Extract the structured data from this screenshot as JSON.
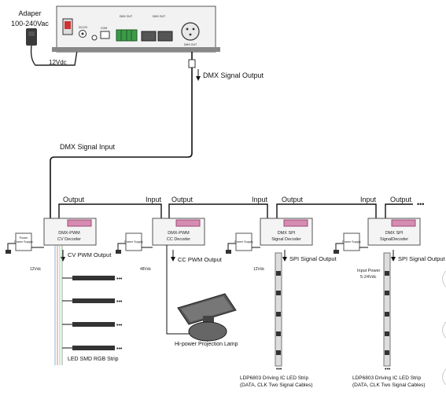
{
  "adapter": {
    "title": "Adaper",
    "voltage": "100-240Vac",
    "output": "12Vdc"
  },
  "controller": {
    "port_dc": "DC12V",
    "port_com": "COM",
    "dmx_out_label_a": "DMX OUT",
    "dmx_out_label_b": "DMX OUT",
    "dmx_xlr": "DMX OUT"
  },
  "signals": {
    "dmx_output": "DMX Signal Output",
    "dmx_input": "DMX Signal Input",
    "input": "Input",
    "output": "Output",
    "ellipsis": "•••"
  },
  "decoders": [
    {
      "title_line1": "DMX-PWM",
      "title_line2": "CV Decoder",
      "supply_label": "Power Supply",
      "voltage": "12Vdc",
      "out_label": "CV PWM Output"
    },
    {
      "title_line1": "DMX-PWM",
      "title_line2": "CC Decoder",
      "supply_label": "Power Supply",
      "voltage": "48Vdc",
      "out_label": "CC PWM Output"
    },
    {
      "title_line1": "DMX SPI",
      "title_line2": "Signal Decoder",
      "supply_label": "Power Supply",
      "voltage": "12Vdc",
      "out_label": "SPI Signal Output"
    },
    {
      "title_line1": "DMX SPI",
      "title_line2": "SignalDecoder",
      "supply_label": "Power Supply",
      "voltage": "",
      "out_label": "SPI Signal Output",
      "input_power_line1": "Input Power",
      "input_power_line2": "5-24Vdc"
    }
  ],
  "loads": {
    "led_smd_strip": "LED SMD RGB Strip",
    "projection_lamp": "Hi-power Projection Lamp",
    "ldp_strip_1_line1": "LDP6803 Driving IC LED Strip",
    "ldp_strip_1_line2": "(DATA, CLK Two Signal Cables)",
    "ldp_strip_2_line1": "LDP6803 Driving IC LED Strip",
    "ldp_strip_2_line2": "(DATA, CLK Two Signal Cables)"
  }
}
